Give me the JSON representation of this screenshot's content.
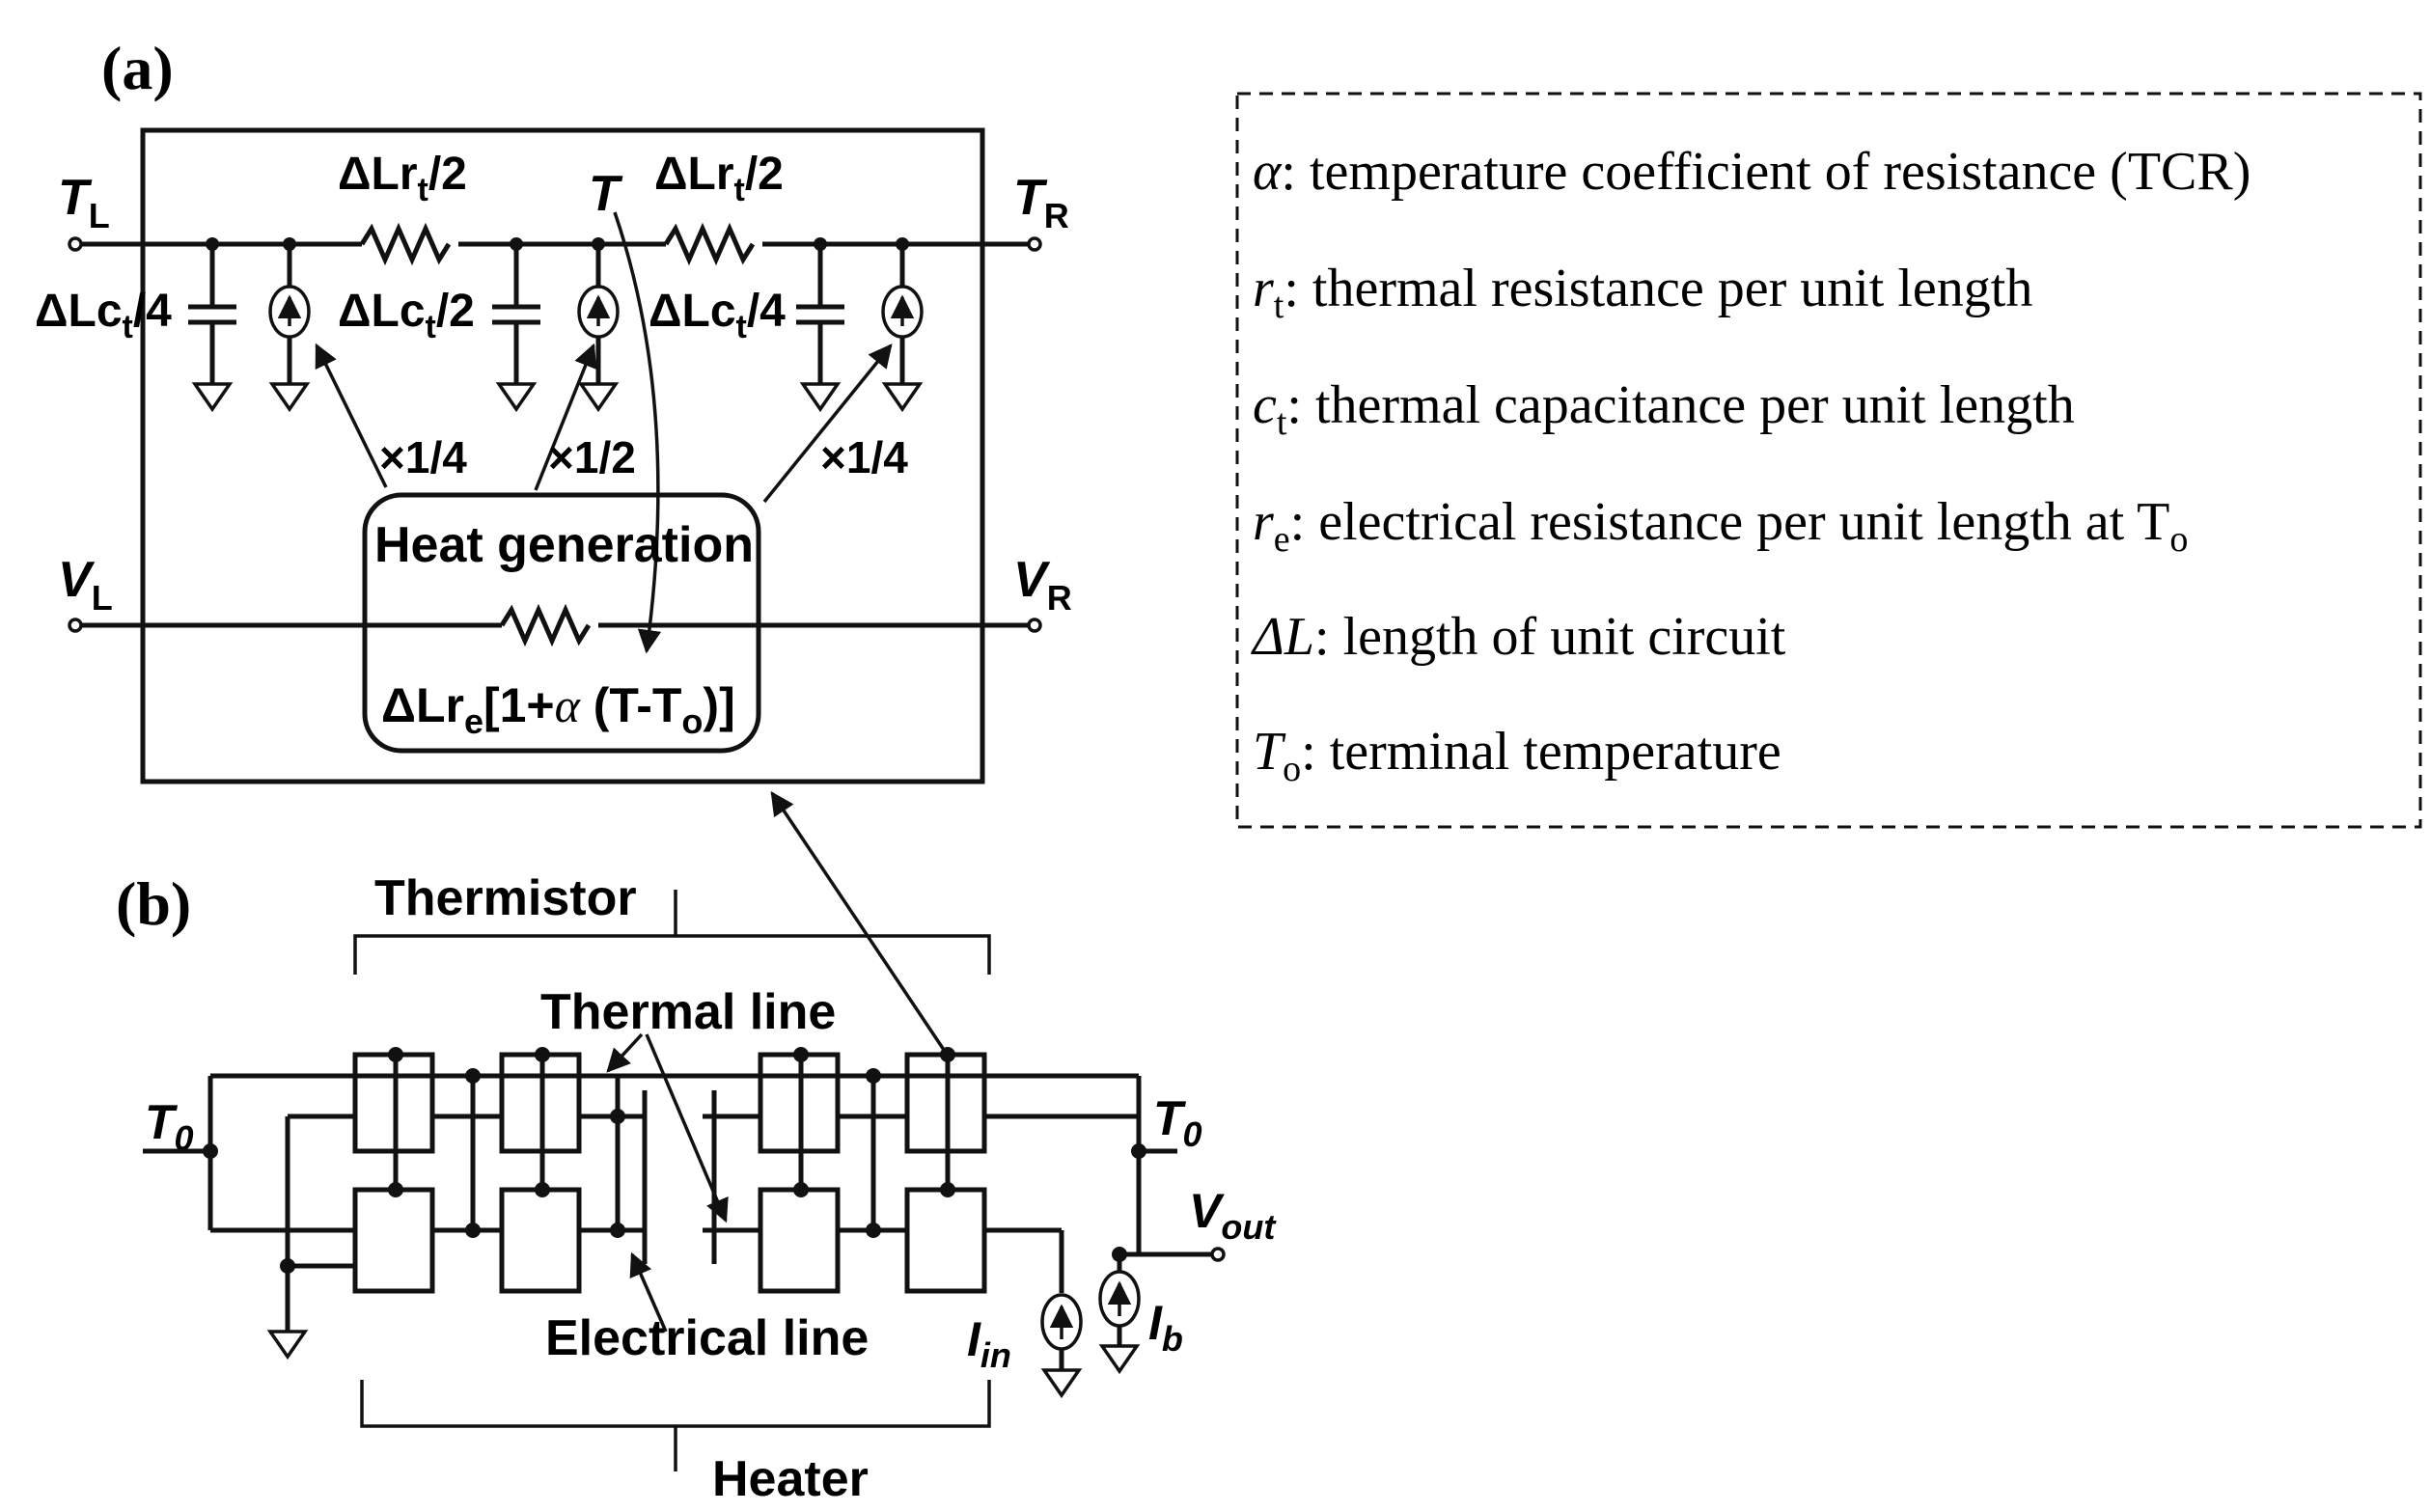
{
  "panel_a": {
    "label": "(a)",
    "TL": "T",
    "TL_sub": "L",
    "TR": "T",
    "TR_sub": "R",
    "VL": "V",
    "VL_sub": "L",
    "VR": "V",
    "VR_sub": "R",
    "T_node": "T",
    "res1_pre": "ΔLr",
    "res1_sub": "t",
    "res1_post": "/2",
    "res2_pre": "ΔLr",
    "res2_sub": "t",
    "res2_post": "/2",
    "cap1_pre": "ΔLc",
    "cap1_sub": "t",
    "cap1_post": "/4",
    "cap2_pre": "ΔLc",
    "cap2_sub": "t",
    "cap2_post": "/2",
    "cap3_pre": "ΔLc",
    "cap3_sub": "t",
    "cap3_post": "/4",
    "mult1": "×1/4",
    "mult2": "×1/2",
    "mult3": "×1/4",
    "heat_title": "Heat generation",
    "heat_formula_pre": "ΔLr",
    "heat_formula_sub": "e",
    "heat_formula_mid": "[1+",
    "heat_alpha": "α",
    "heat_formula_paren": " (T-T",
    "heat_formula_sub2": "o",
    "heat_formula_end": ")]"
  },
  "legend": {
    "items": [
      {
        "sym": "α",
        "sym_sub": "",
        "text": ": temperature coefficient of resistance (TCR)"
      },
      {
        "sym": "r",
        "sym_sub": "t",
        "text": ": thermal resistance per unit length"
      },
      {
        "sym": "c",
        "sym_sub": "t",
        "text": ": thermal capacitance per unit length"
      },
      {
        "sym": "r",
        "sym_sub": "e",
        "text": ": electrical resistance per unit length at T",
        "tail_sub": "o"
      },
      {
        "sym": "ΔL",
        "sym_sub": "",
        "text": ": length of unit circuit"
      },
      {
        "sym": "T",
        "sym_sub": "o",
        "text": ": terminal temperature"
      }
    ]
  },
  "panel_b": {
    "label": "(b)",
    "thermistor": "Thermistor",
    "heater": "Heater",
    "thermal_line": "Thermal line",
    "electrical_line": "Electrical line",
    "T0_left": "T",
    "T0_left_sub": "0",
    "T0_right": "T",
    "T0_right_sub": "0",
    "vout": "V",
    "vout_sub": "out",
    "iin": "I",
    "iin_sub": "in",
    "ib": "I",
    "ib_sub": "b"
  }
}
